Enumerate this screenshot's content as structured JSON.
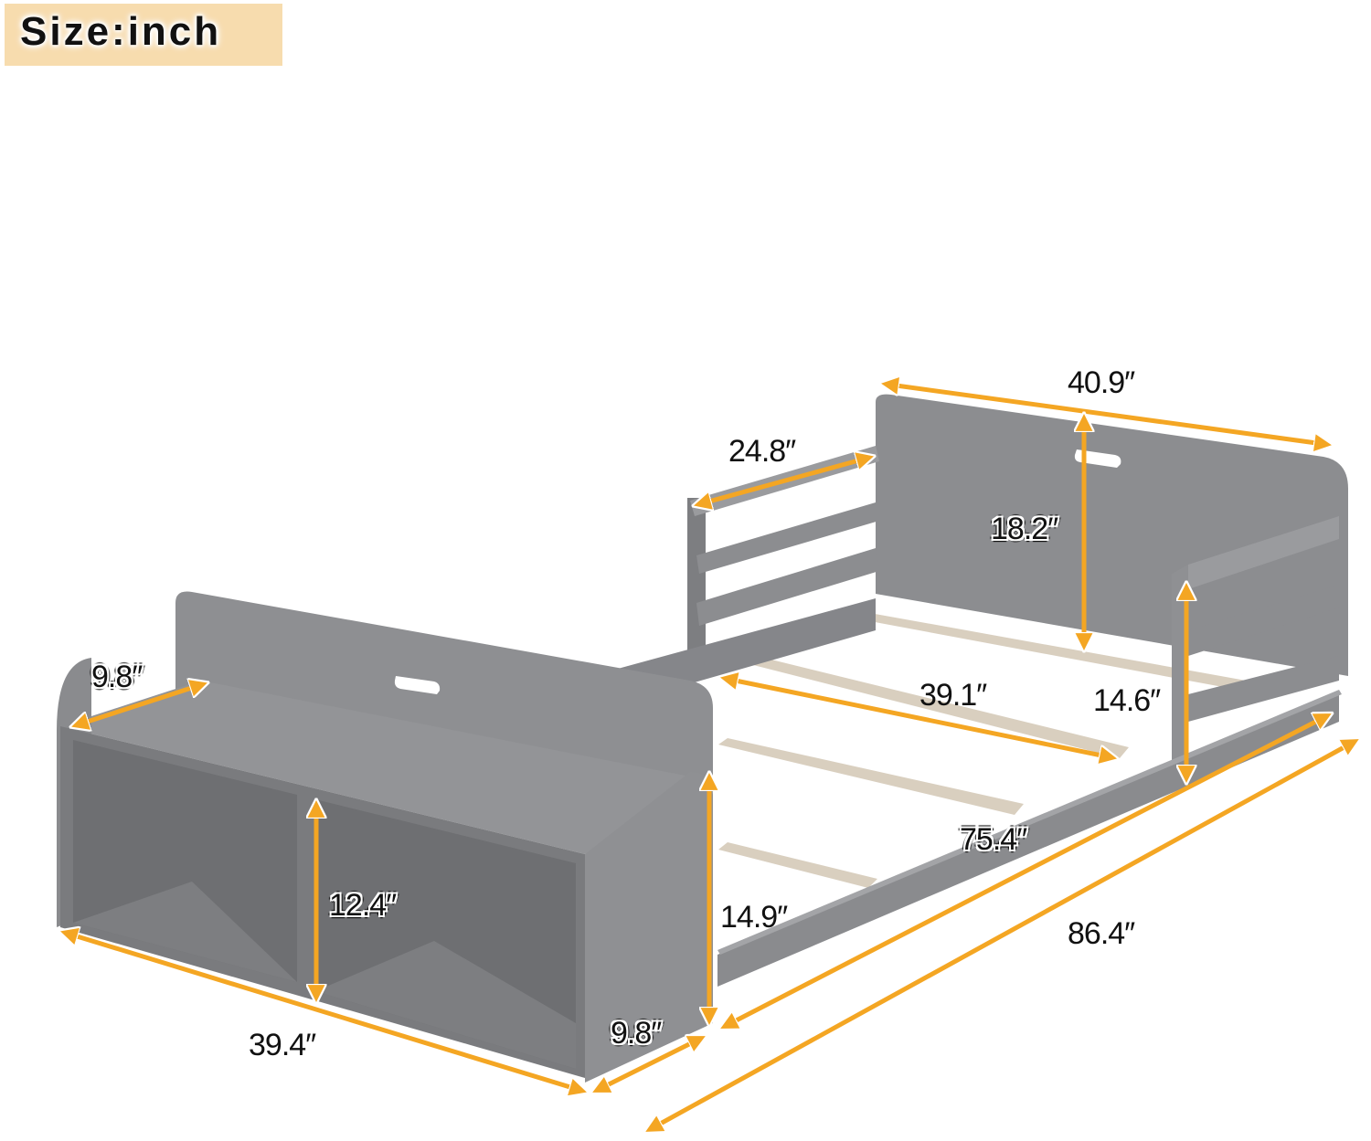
{
  "title": "Size:inch",
  "colors": {
    "title_badge_bg": "#f7dcae",
    "arrow": "#f4a623",
    "frame_gray": "#8c8d90",
    "frame_gray_dark": "#6f7073",
    "frame_gray_light": "#a3a4a7",
    "slat_wood": "#d9cfbf",
    "background": "#ffffff"
  },
  "product": "Twin floor bed frame with storage bench footboard",
  "unit": "inch",
  "dimensions": {
    "headboard_width": "40.9″",
    "side_rail_guard_length": "24.8″",
    "headboard_height": "18.2″",
    "slat_length": "39.1″",
    "guardrail_height": "14.6″",
    "bench_depth_top": "9.8″",
    "cubby_height": "12.4″",
    "inner_length": "75.4″",
    "bench_height": "14.9″",
    "overall_length": "86.4″",
    "bench_width": "39.4″",
    "bench_depth_bottom": "9.8″"
  }
}
